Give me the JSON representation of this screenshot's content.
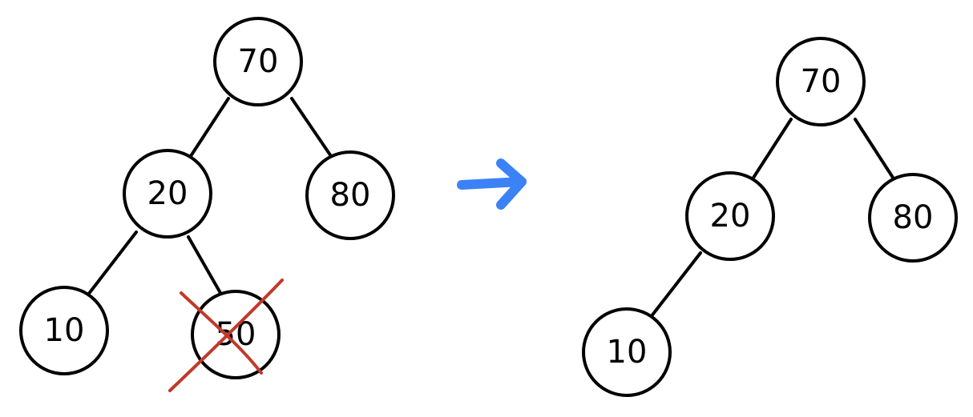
{
  "colors": {
    "stroke": "#000000",
    "deleted_mark": "#c0392b",
    "arrow": "#3b82f6"
  },
  "before_tree": {
    "nodes": {
      "root": "70",
      "left": "20",
      "right": "80",
      "left_left": "10",
      "left_right": "50"
    },
    "deleted_node": "50"
  },
  "after_tree": {
    "nodes": {
      "root": "70",
      "left": "20",
      "right": "80",
      "left_left": "10"
    }
  },
  "transition_icon": "arrow-right-icon"
}
